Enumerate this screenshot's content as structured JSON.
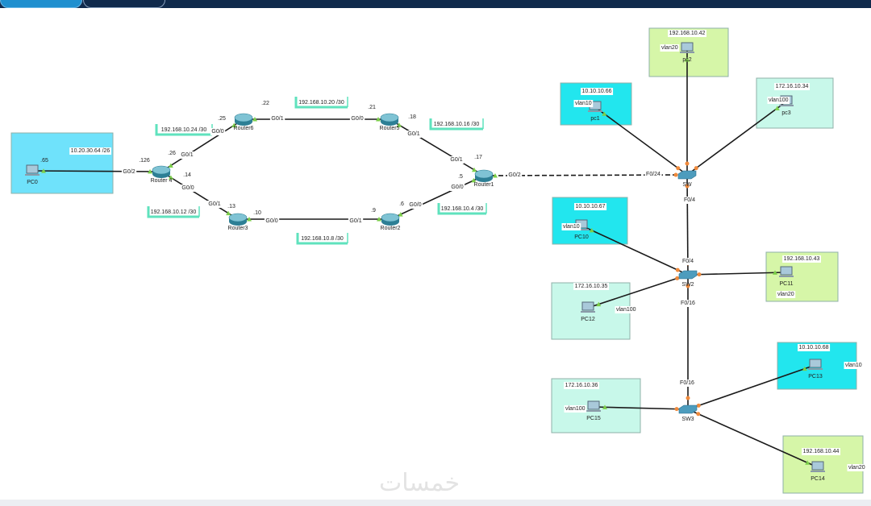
{
  "window": {
    "tabs": [
      "",
      ""
    ]
  },
  "watermark": "خمسات",
  "colors": {
    "cyan_zone": "#22e6ee",
    "pc0_zone": "#6fe2fb",
    "green_zone": "#d6f6a8",
    "mint_zone": "#c8f8ea",
    "subnet_bracket": "#5fe2bd",
    "link_end_router": "#7ccf4a",
    "link_end_switch": "#f08a3c"
  },
  "topology": {
    "devices": [
      {
        "id": "PC0",
        "label": "PC0",
        "type": "pc"
      },
      {
        "id": "Router4",
        "label": "Router 4",
        "type": "router"
      },
      {
        "id": "Router6",
        "label": "Router6",
        "type": "router"
      },
      {
        "id": "Router5",
        "label": "Router5",
        "type": "router"
      },
      {
        "id": "Router1",
        "label": "Router1",
        "type": "router"
      },
      {
        "id": "Router3",
        "label": "Router3",
        "type": "router"
      },
      {
        "id": "Router2",
        "label": "Router2",
        "type": "router"
      },
      {
        "id": "SW",
        "label": "SW",
        "type": "switch"
      },
      {
        "id": "SW2",
        "label": "SW2",
        "type": "switch"
      },
      {
        "id": "SW3",
        "label": "SW3",
        "type": "switch"
      },
      {
        "id": "pc1",
        "label": "pc1",
        "type": "pc"
      },
      {
        "id": "pc2",
        "label": "pc2",
        "type": "pc"
      },
      {
        "id": "pc3",
        "label": "pc3",
        "type": "pc"
      },
      {
        "id": "PC10",
        "label": "PC10",
        "type": "pc"
      },
      {
        "id": "PC12",
        "label": "PC12",
        "type": "pc"
      },
      {
        "id": "PC11",
        "label": "PC11",
        "type": "pc"
      },
      {
        "id": "PC15",
        "label": "PC15",
        "type": "pc"
      },
      {
        "id": "PC13",
        "label": "PC13",
        "type": "pc"
      },
      {
        "id": "PC14",
        "label": "PC14",
        "type": "pc"
      }
    ],
    "zones": [
      {
        "device": "PC0",
        "address": "10.20.30.64 /26",
        "vlan": "",
        "color": "#6fe2fb"
      },
      {
        "device": "pc2",
        "address": "192.168.10.42",
        "vlan": "vlan20",
        "color": "#d6f6a8"
      },
      {
        "device": "pc1",
        "address": "10.10.10.66",
        "vlan": "vlan10",
        "color": "#22e6ee"
      },
      {
        "device": "pc3",
        "address": "172.16.10.34",
        "vlan": "vlan100",
        "color": "#c8f8ea"
      },
      {
        "device": "PC10",
        "address": "10.10.10.67",
        "vlan": "vlan10",
        "color": "#22e6ee"
      },
      {
        "device": "PC12",
        "address": "172.16.10.35",
        "vlan": "vlan100",
        "color": "#c8f8ea"
      },
      {
        "device": "PC11",
        "address": "192.168.10.43",
        "vlan": "vlan20",
        "color": "#d6f6a8"
      },
      {
        "device": "PC13",
        "address": "10.10.10.68",
        "vlan": "vlan10",
        "color": "#22e6ee"
      },
      {
        "device": "PC15",
        "address": "172.16.10.36",
        "vlan": "vlan100",
        "color": "#c8f8ea"
      },
      {
        "device": "PC14",
        "address": "192.168.10.44",
        "vlan": "vlan20",
        "color": "#d6f6a8"
      }
    ],
    "subnets": [
      "192.168.10.24  /30",
      "192.168.10.12  /30",
      "192.168.10.20  /30",
      "192.168.10.16  /30",
      "192.168.10.4  /30",
      "192.168.10.8  /30"
    ],
    "links": [
      {
        "from": "PC0",
        "to": "Router4",
        "from_port": "",
        "from_addr": ".65",
        "to_port": "G0/2",
        "to_addr": ".126",
        "cable": "solid"
      },
      {
        "from": "Router4",
        "to": "Router6",
        "from_port": "G0/1",
        "from_addr": ".26",
        "to_port": "G0/0",
        "to_addr": ".25",
        "cable": "solid"
      },
      {
        "from": "Router6",
        "to": "Router5",
        "from_port": "G0/1",
        "from_addr": ".22",
        "to_port": "G0/0",
        "to_addr": ".21",
        "cable": "solid"
      },
      {
        "from": "Router5",
        "to": "Router1",
        "from_port": "G0/1",
        "from_addr": ".18",
        "to_port": "G0/1",
        "to_addr": ".17",
        "cable": "solid"
      },
      {
        "from": "Router4",
        "to": "Router3",
        "from_port": "G0/0",
        "from_addr": ".14",
        "to_port": "G0/1",
        "to_addr": ".13",
        "cable": "solid"
      },
      {
        "from": "Router3",
        "to": "Router2",
        "from_port": "G0/0",
        "from_addr": ".10",
        "to_port": "G0/1",
        "to_addr": ".9",
        "cable": "solid"
      },
      {
        "from": "Router2",
        "to": "Router1",
        "from_port": "G0/0",
        "from_addr": ".6",
        "to_port": "G0/0",
        "to_addr": ".5",
        "cable": "solid"
      },
      {
        "from": "Router1",
        "to": "SW",
        "from_port": "G0/2",
        "from_addr": "",
        "to_port": "F0/24",
        "to_addr": "",
        "cable": "dashed"
      },
      {
        "from": "SW",
        "to": "SW2",
        "from_port": "F0/4",
        "from_addr": "",
        "to_port": "F0/4",
        "to_addr": "",
        "cable": "solid"
      },
      {
        "from": "SW2",
        "to": "SW3",
        "from_port": "F0/16",
        "from_addr": "",
        "to_port": "F0/16",
        "to_addr": "",
        "cable": "solid"
      },
      {
        "from": "SW",
        "to": "pc1",
        "cable": "solid"
      },
      {
        "from": "SW",
        "to": "pc2",
        "cable": "solid"
      },
      {
        "from": "SW",
        "to": "pc3",
        "cable": "solid"
      },
      {
        "from": "SW2",
        "to": "PC10",
        "cable": "solid"
      },
      {
        "from": "SW2",
        "to": "PC12",
        "cable": "solid"
      },
      {
        "from": "SW2",
        "to": "PC11",
        "cable": "solid"
      },
      {
        "from": "SW3",
        "to": "PC15",
        "cable": "solid"
      },
      {
        "from": "SW3",
        "to": "PC13",
        "cable": "solid"
      },
      {
        "from": "SW3",
        "to": "PC14",
        "cable": "solid"
      }
    ]
  }
}
